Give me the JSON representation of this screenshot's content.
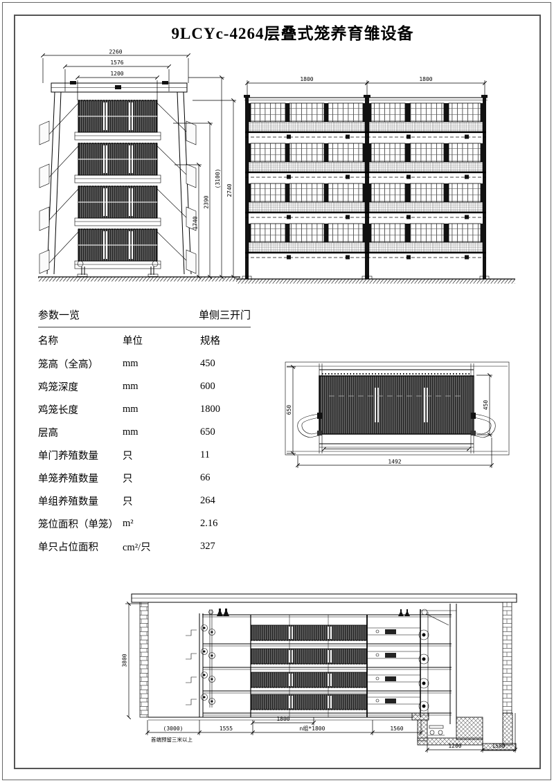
{
  "sheet": {
    "title": "9LCYc-4264层叠式笼养育雏设备"
  },
  "end_view": {
    "dim_width_outer": "2260",
    "dim_width_mid": "1576",
    "dim_width_inner": "1200",
    "dim_h1": "1740",
    "dim_h2": "2390",
    "dim_h3": "(3100)",
    "dim_h4": "2740"
  },
  "front_view": {
    "dim_bay_left": "1800",
    "dim_bay_right": "1800"
  },
  "params_table": {
    "title": "参数一览",
    "subtitle": "单侧三开门",
    "col_name": "名称",
    "col_unit": "单位",
    "col_spec": "规格",
    "rows": [
      {
        "name": "笼高（全高）",
        "unit": "mm",
        "spec": "450"
      },
      {
        "name": "鸡笼深度",
        "unit": "mm",
        "spec": "600"
      },
      {
        "name": "鸡笼长度",
        "unit": "mm",
        "spec": "1800"
      },
      {
        "name": "层高",
        "unit": "mm",
        "spec": "650"
      },
      {
        "name": "单门养殖数量",
        "unit": "只",
        "spec": "11"
      },
      {
        "name": "单笼养殖数量",
        "unit": "只",
        "spec": "66"
      },
      {
        "name": "单组养殖数量",
        "unit": "只",
        "spec": "264"
      },
      {
        "name": "笼位面积（单笼）",
        "unit": "m²",
        "spec": "2.16"
      },
      {
        "name": "单只占位面积",
        "unit": "cm²/只",
        "spec": "327"
      }
    ]
  },
  "cage_detail": {
    "dim_height": "650",
    "dim_door": "450",
    "dim_width": "1492"
  },
  "install_view": {
    "dim_wall_height": "3800",
    "dim_head": "(3000)",
    "note_head": "首端预留三米以上",
    "dim_1555": "1555",
    "dim_cage": "1800",
    "dim_row": "n组*1800",
    "dim_1560": "1560",
    "dim_pit_left": "1200",
    "dim_pit_right": "1500"
  }
}
